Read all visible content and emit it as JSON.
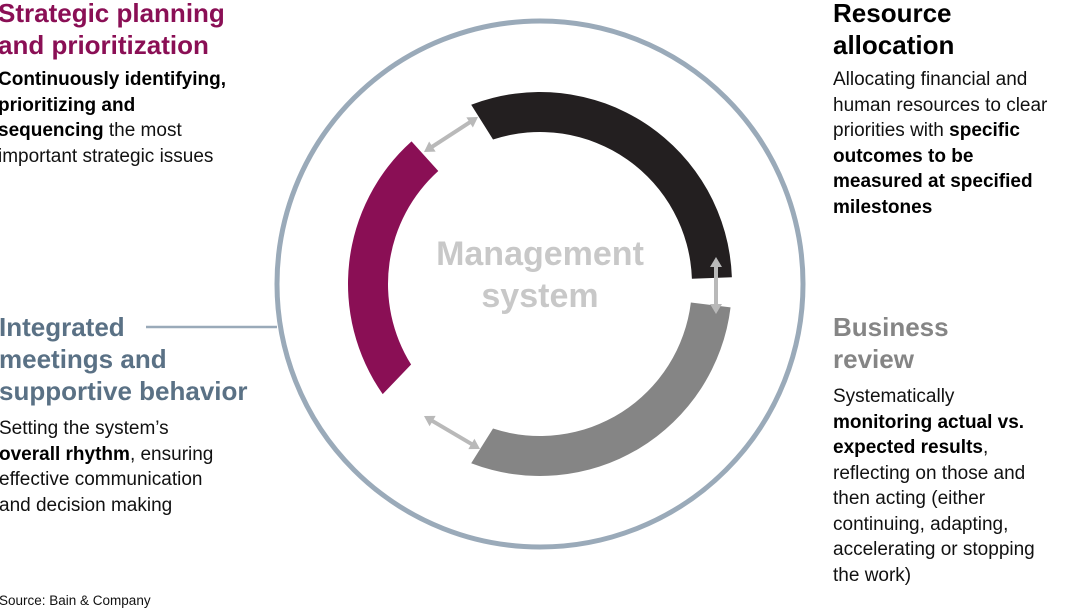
{
  "colors": {
    "ring": "#9aaab9",
    "strategic": "#8a0f55",
    "resource": "#231f20",
    "business": "#858585",
    "integrated": "#5a7185",
    "center": "#c8c8c8",
    "arrow": "#b9b9b9"
  },
  "center_label": [
    "Management",
    "system"
  ],
  "sections": {
    "strategic": {
      "heading": [
        "Strategic planning",
        "and prioritization"
      ],
      "description": [
        [
          {
            "t": "Continuously identifying,",
            "b": true
          }
        ],
        [
          {
            "t": "prioritizing and",
            "b": true
          }
        ],
        [
          {
            "t": "sequencing",
            "b": true
          },
          {
            "t": " the most",
            "b": false
          }
        ],
        [
          {
            "t": "important strategic issues",
            "b": false
          }
        ]
      ]
    },
    "resource": {
      "heading": [
        "Resource",
        "allocation"
      ],
      "description": [
        [
          {
            "t": "Allocating financial and",
            "b": false
          }
        ],
        [
          {
            "t": "human resources to clear",
            "b": false
          }
        ],
        [
          {
            "t": "priorities with ",
            "b": false
          },
          {
            "t": "specific",
            "b": true
          }
        ],
        [
          {
            "t": "outcomes to be",
            "b": true
          }
        ],
        [
          {
            "t": "measured at specified",
            "b": true
          }
        ],
        [
          {
            "t": "milestones",
            "b": true
          }
        ]
      ]
    },
    "integrated": {
      "heading": [
        "Integrated",
        "meetings and",
        "supportive behavior"
      ],
      "description": [
        [
          {
            "t": "Setting the system’s",
            "b": false
          }
        ],
        [
          {
            "t": "overall rhythm",
            "b": true
          },
          {
            "t": ", ensuring",
            "b": false
          }
        ],
        [
          {
            "t": "effective communication",
            "b": false
          }
        ],
        [
          {
            "t": "and decision making",
            "b": false
          }
        ]
      ]
    },
    "business": {
      "heading": [
        "Business",
        "review"
      ],
      "description": [
        [
          {
            "t": "Systematically",
            "b": false
          }
        ],
        [
          {
            "t": "monitoring actual vs.",
            "b": true
          }
        ],
        [
          {
            "t": "expected results",
            "b": true
          },
          {
            "t": ",",
            "b": false
          }
        ],
        [
          {
            "t": "reflecting on those and",
            "b": false
          }
        ],
        [
          {
            "t": "then acting (either",
            "b": false
          }
        ],
        [
          {
            "t": "continuing, adapting,",
            "b": false
          }
        ],
        [
          {
            "t": "accelerating or stopping",
            "b": false
          }
        ],
        [
          {
            "t": "the work)",
            "b": false
          }
        ]
      ]
    }
  },
  "source": "Source: Bain & Company"
}
